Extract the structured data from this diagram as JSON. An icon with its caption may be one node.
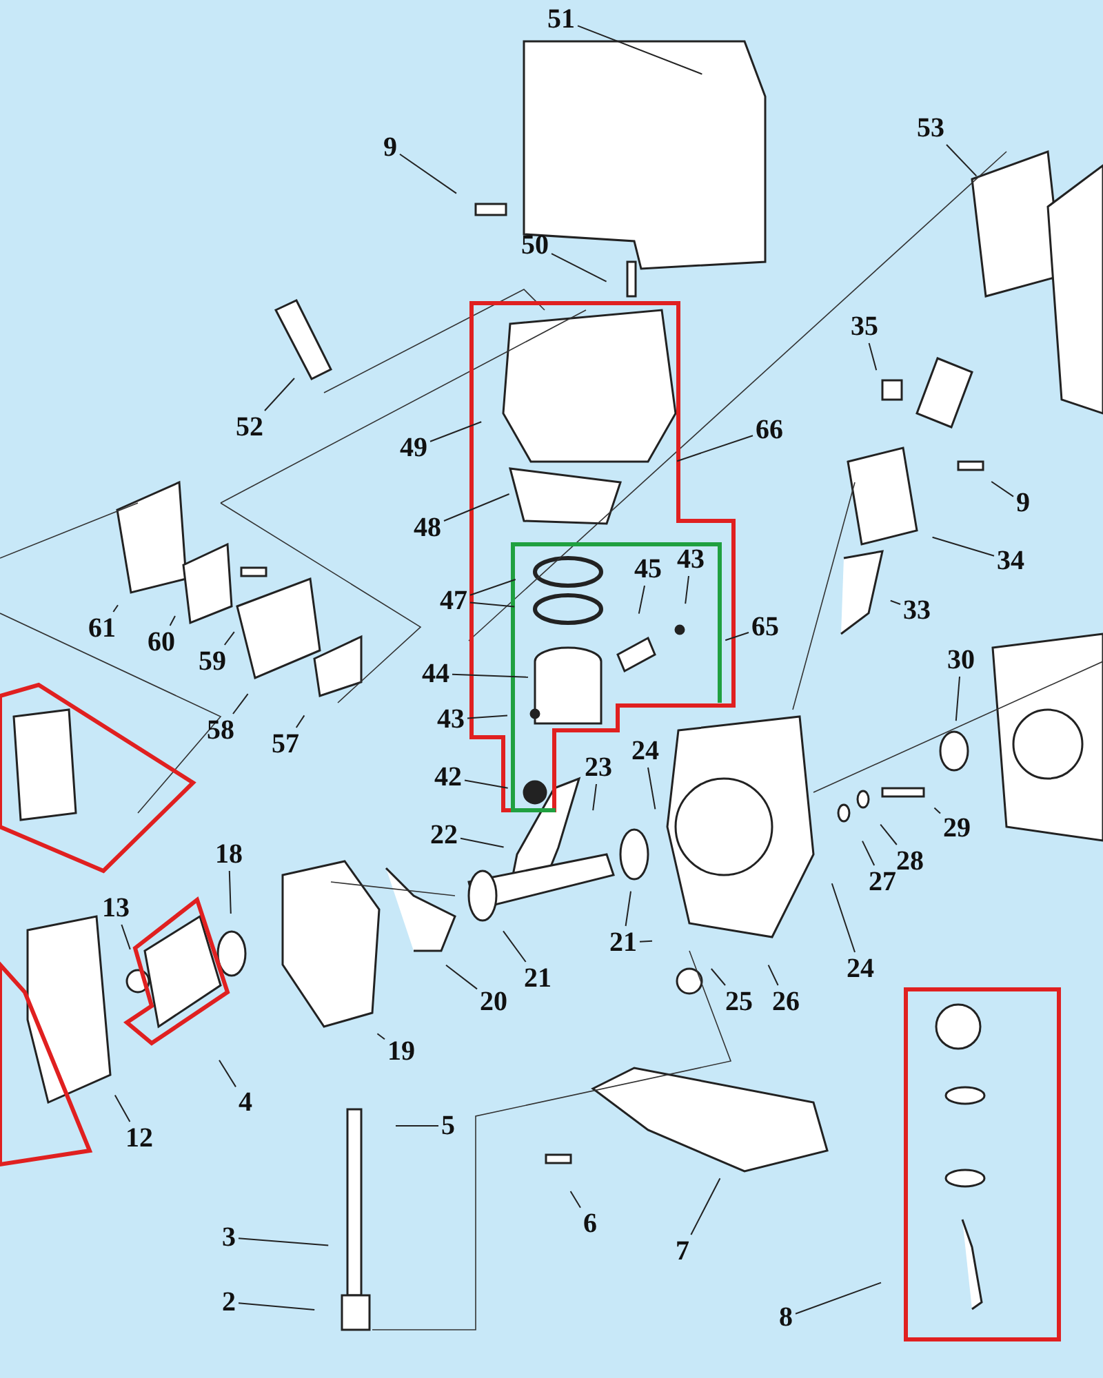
{
  "diagram": {
    "nodes": [
      {
        "text": [
          "51"
        ]
      },
      {
        "text": [
          "9"
        ]
      },
      {
        "text": [
          "53"
        ]
      },
      {
        "text": [
          "50"
        ]
      },
      {
        "text": [
          "35"
        ]
      },
      {
        "text": [
          "52"
        ]
      },
      {
        "text": [
          "49"
        ]
      },
      {
        "text": [
          "66"
        ]
      },
      {
        "text": [
          "9"
        ]
      },
      {
        "text": [
          "48"
        ]
      },
      {
        "text": [
          "34"
        ]
      },
      {
        "text": [
          "61"
        ]
      },
      {
        "text": [
          "60"
        ]
      },
      {
        "text": [
          "59"
        ]
      },
      {
        "text": [
          "45"
        ]
      },
      {
        "text": [
          "43"
        ]
      },
      {
        "text": [
          "47"
        ]
      },
      {
        "text": [
          "65"
        ]
      },
      {
        "text": [
          "33"
        ]
      },
      {
        "text": [
          "58"
        ]
      },
      {
        "text": [
          "57"
        ]
      },
      {
        "text": [
          "44"
        ]
      },
      {
        "text": [
          "43"
        ]
      },
      {
        "text": [
          "30"
        ]
      },
      {
        "text": [
          "24"
        ]
      },
      {
        "text": [
          "23"
        ]
      },
      {
        "text": [
          "42"
        ]
      },
      {
        "text": [
          "29"
        ]
      },
      {
        "text": [
          "18"
        ]
      },
      {
        "text": [
          "22"
        ]
      },
      {
        "text": [
          "28"
        ]
      },
      {
        "text": [
          "27"
        ]
      },
      {
        "text": [
          "13"
        ]
      },
      {
        "text": [
          "21"
        ]
      },
      {
        "text": [
          "21"
        ]
      },
      {
        "text": [
          "25"
        ]
      },
      {
        "text": [
          "26"
        ]
      },
      {
        "text": [
          "24"
        ]
      },
      {
        "text": [
          "20"
        ]
      },
      {
        "text": [
          "19"
        ]
      },
      {
        "text": [
          "12"
        ]
      },
      {
        "text": [
          "4"
        ]
      },
      {
        "text": [
          "5"
        ]
      },
      {
        "text": [
          "6"
        ]
      },
      {
        "text": [
          "3"
        ]
      },
      {
        "text": [
          "7"
        ]
      },
      {
        "text": [
          "2"
        ]
      },
      {
        "text": [
          "8"
        ]
      }
    ],
    "edges": [
      {
        "from": 0,
        "to": null,
        "arrow": "none"
      },
      {
        "from": 1,
        "to": null,
        "arrow": "none"
      },
      {
        "from": 2,
        "to": null,
        "arrow": "none"
      },
      {
        "from": 3,
        "to": null,
        "arrow": "none"
      },
      {
        "from": 4,
        "to": null,
        "arrow": "none"
      },
      {
        "from": 5,
        "to": null,
        "arrow": "none"
      },
      {
        "from": 6,
        "to": null,
        "arrow": "none"
      },
      {
        "from": 7,
        "to": null,
        "arrow": "none"
      },
      {
        "from": 8,
        "to": null,
        "arrow": "none"
      },
      {
        "from": 9,
        "to": null,
        "arrow": "none"
      },
      {
        "from": 10,
        "to": null,
        "arrow": "none"
      },
      {
        "from": 11,
        "to": null,
        "arrow": "none"
      },
      {
        "from": 12,
        "to": null,
        "arrow": "none"
      },
      {
        "from": 13,
        "to": null,
        "arrow": "none"
      },
      {
        "from": 14,
        "to": null,
        "arrow": "none"
      },
      {
        "from": 15,
        "to": null,
        "arrow": "none"
      },
      {
        "from": 16,
        "to": null,
        "arrow": "none"
      },
      {
        "from": 16,
        "to": null,
        "arrow": "none"
      },
      {
        "from": 17,
        "to": null,
        "arrow": "none"
      },
      {
        "from": 18,
        "to": null,
        "arrow": "none"
      },
      {
        "from": 19,
        "to": null,
        "arrow": "none"
      },
      {
        "from": 20,
        "to": null,
        "arrow": "none"
      },
      {
        "from": 21,
        "to": null,
        "arrow": "none"
      },
      {
        "from": 22,
        "to": null,
        "arrow": "none"
      },
      {
        "from": 23,
        "to": null,
        "arrow": "none"
      },
      {
        "from": 24,
        "to": null,
        "arrow": "none"
      },
      {
        "from": 25,
        "to": null,
        "arrow": "none"
      },
      {
        "from": 26,
        "to": null,
        "arrow": "none"
      },
      {
        "from": 27,
        "to": null,
        "arrow": "none"
      },
      {
        "from": 28,
        "to": null,
        "arrow": "none"
      },
      {
        "from": 29,
        "to": null,
        "arrow": "none"
      },
      {
        "from": 30,
        "to": null,
        "arrow": "none"
      },
      {
        "from": 31,
        "to": null,
        "arrow": "none"
      },
      {
        "from": 32,
        "to": null,
        "arrow": "none"
      },
      {
        "from": 33,
        "to": null,
        "arrow": "none"
      },
      {
        "from": 34,
        "to": null,
        "arrow": "none"
      },
      {
        "from": 34,
        "to": null,
        "arrow": "none"
      },
      {
        "from": 35,
        "to": null,
        "arrow": "none"
      },
      {
        "from": 36,
        "to": null,
        "arrow": "none"
      },
      {
        "from": 37,
        "to": null,
        "arrow": "none"
      },
      {
        "from": 38,
        "to": null,
        "arrow": "none"
      },
      {
        "from": 39,
        "to": null,
        "arrow": "none"
      },
      {
        "from": 40,
        "to": null,
        "arrow": "none"
      },
      {
        "from": 41,
        "to": null,
        "arrow": "none"
      },
      {
        "from": 42,
        "to": null,
        "arrow": "none"
      },
      {
        "from": 43,
        "to": null,
        "arrow": "none"
      },
      {
        "from": 44,
        "to": null,
        "arrow": "none"
      },
      {
        "from": 45,
        "to": null,
        "arrow": "none"
      },
      {
        "from": 46,
        "to": null,
        "arrow": "none"
      },
      {
        "from": 47,
        "to": null,
        "arrow": "none"
      }
    ]
  }
}
